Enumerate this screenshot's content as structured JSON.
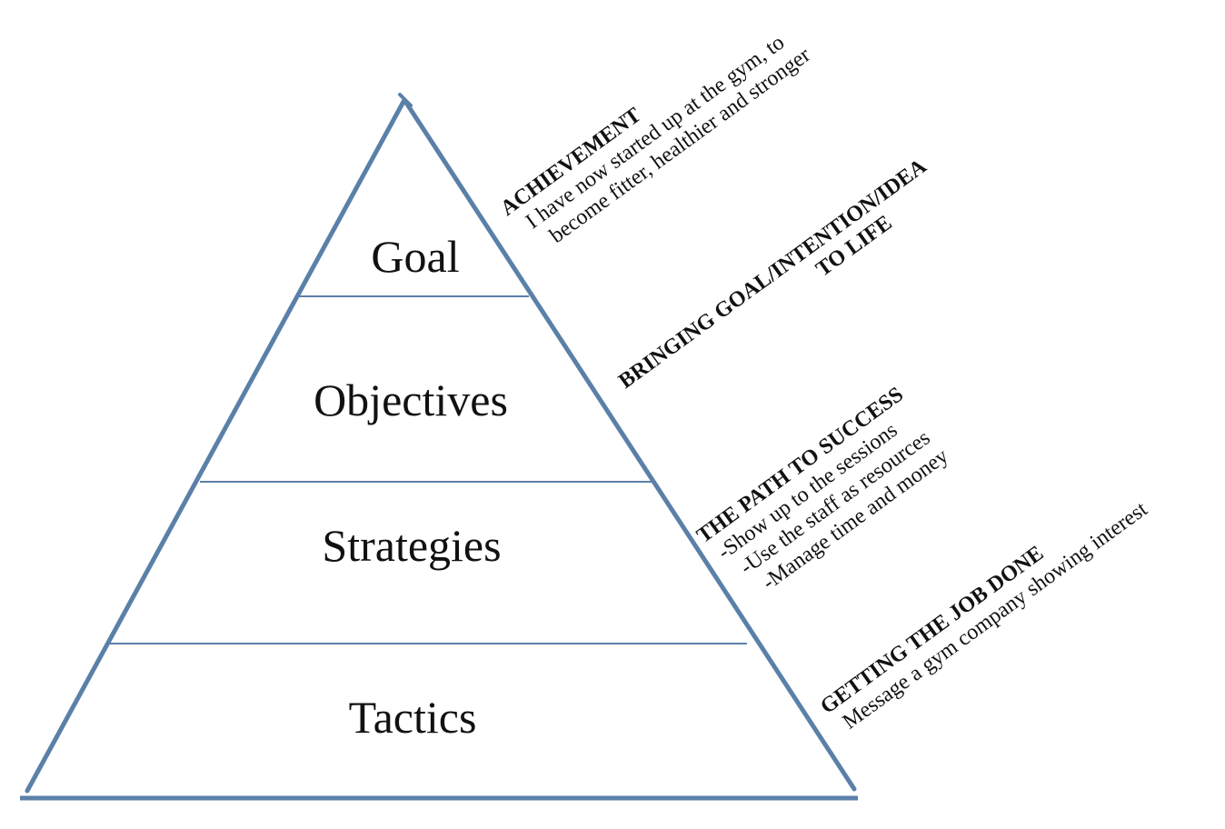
{
  "pyramid": {
    "outline_color": "#5b80a8",
    "levels": [
      {
        "label": "Goal"
      },
      {
        "label": "Objectives"
      },
      {
        "label": "Strategies"
      },
      {
        "label": "Tactics"
      }
    ]
  },
  "annotations": {
    "achievement": {
      "heading": "ACHIEVEMENT",
      "lines": [
        "I have now started up at the gym, to",
        "become fitter, healthier and stronger"
      ]
    },
    "bringing": {
      "heading_line1": "BRINGING GOAL/INTENTION/IDEA",
      "heading_line2": "TO LIFE"
    },
    "path": {
      "heading": "THE PATH TO SUCCESS",
      "lines": [
        "-Show up to the sessions",
        "-Use the staff as resources",
        "-Manage time and money"
      ]
    },
    "job": {
      "heading": "GETTING THE JOB DONE",
      "lines": [
        "Message a gym company showing interest"
      ]
    }
  }
}
